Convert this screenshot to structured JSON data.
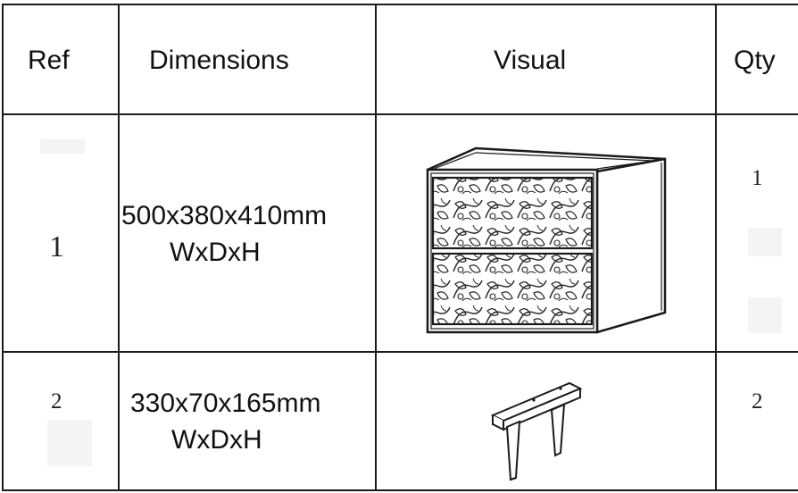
{
  "table": {
    "headers": {
      "ref": "Ref",
      "dimensions": "Dimensions",
      "visual": "Visual",
      "qty": "Qty"
    },
    "rows": [
      {
        "ref": "1",
        "dimensions": "500x380x410mm",
        "dimension_unit": "WxDxH",
        "visual_icon": "two-drawer-nightstand-icon",
        "qty": "1"
      },
      {
        "ref": "2",
        "dimensions": "330x70x165mm",
        "dimension_unit": "WxDxH",
        "visual_icon": "bench-leg-bracket-icon",
        "qty": "2"
      }
    ]
  }
}
